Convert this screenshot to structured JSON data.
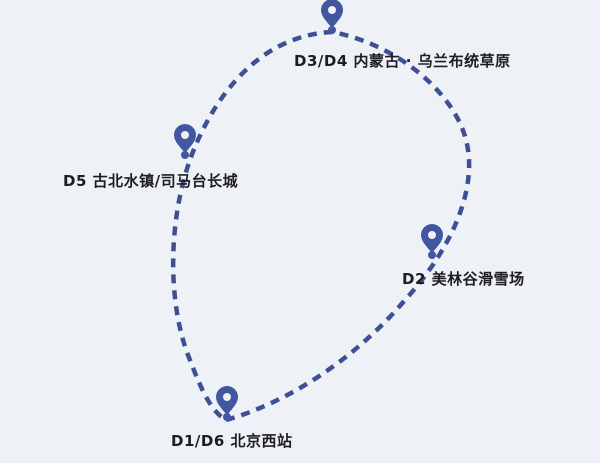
{
  "colors": {
    "route": "#3f4f96",
    "pin": "#4356a0",
    "background": "#eef1f5",
    "text": "#1e1e22"
  },
  "stops": [
    {
      "day": "D1/D6",
      "name": "北京西站"
    },
    {
      "day": "D2",
      "name": "美林谷滑雪场"
    },
    {
      "day": "D3/D4",
      "name": "内蒙古 · 乌兰布统草原"
    },
    {
      "day": "D5",
      "name": "古北水镇/司马台长城"
    }
  ],
  "pin_icon": "map-pin-icon"
}
